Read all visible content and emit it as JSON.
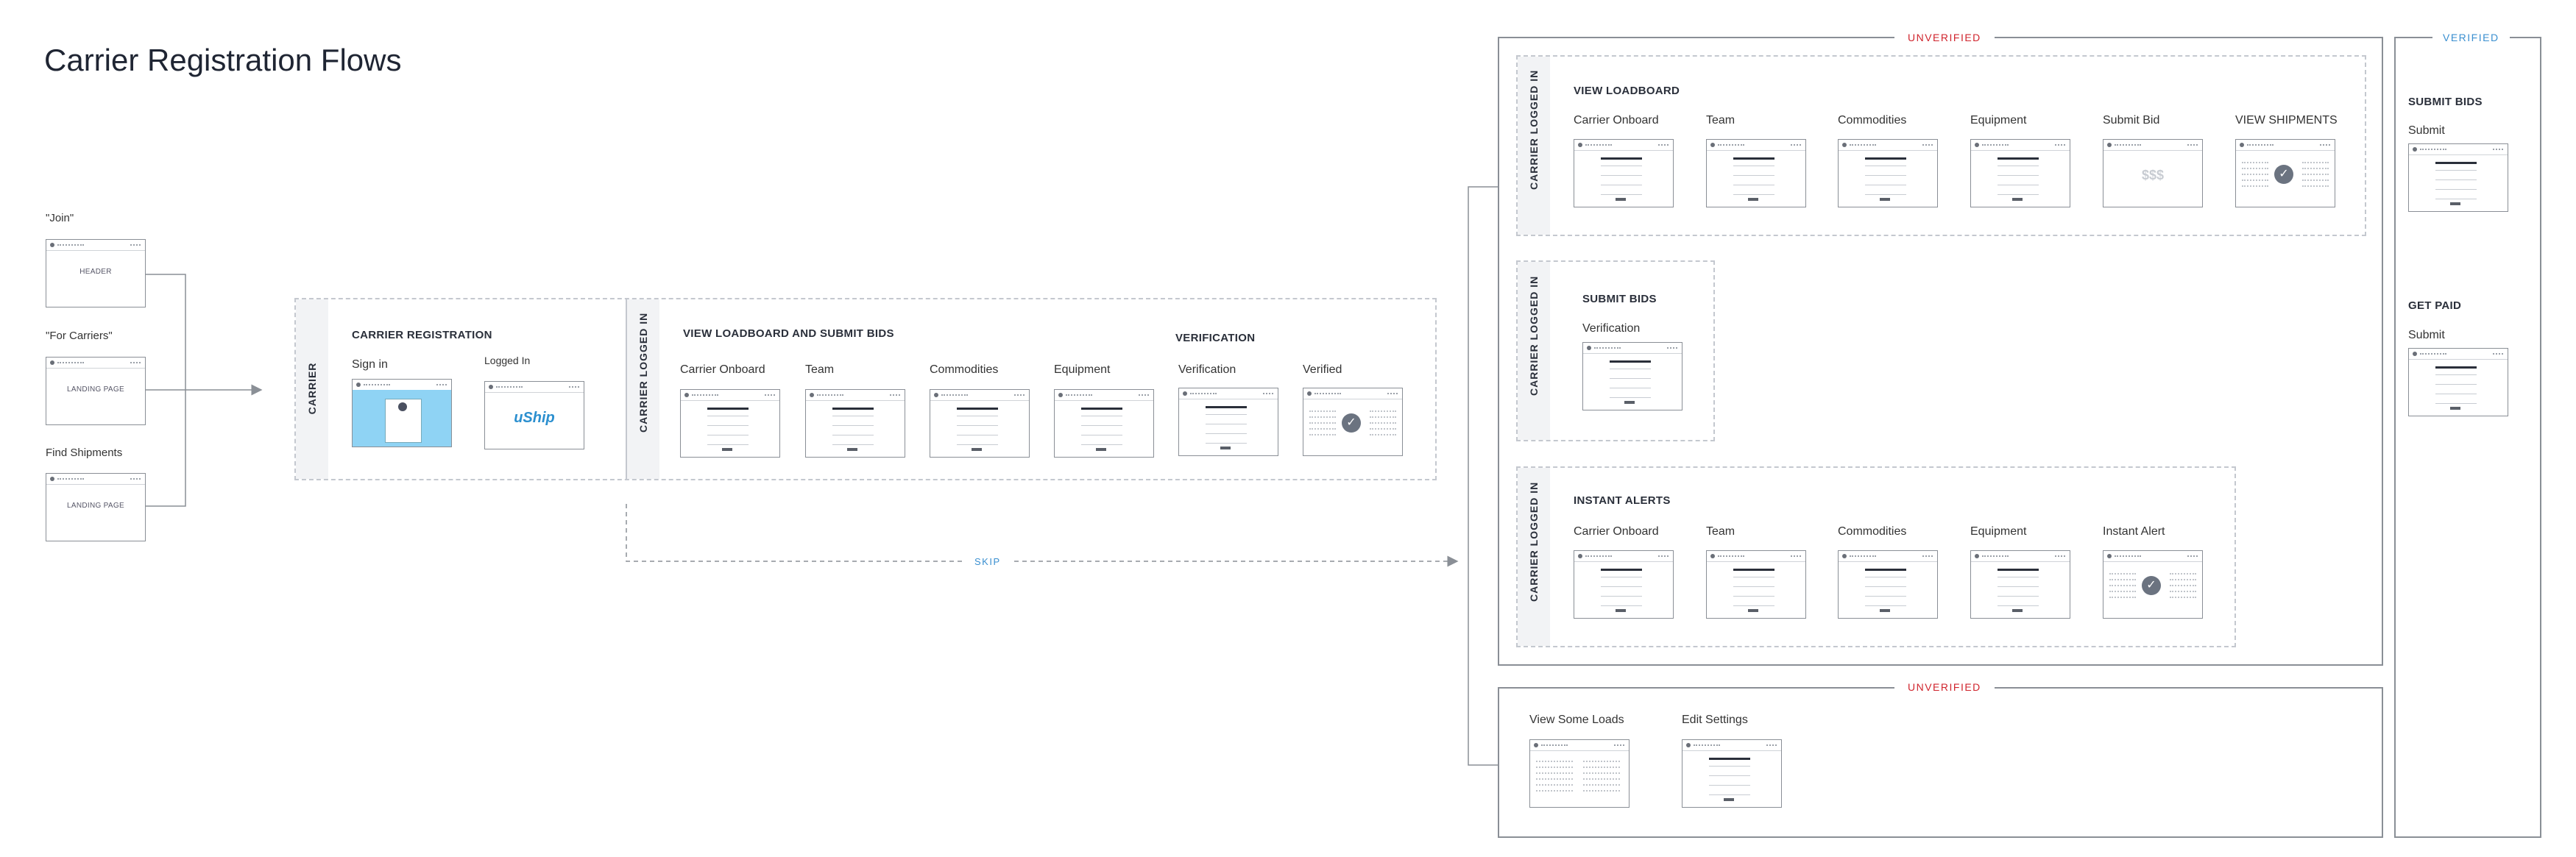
{
  "title": "Carrier Registration Flows",
  "entry_points": [
    {
      "label": "\"Join\"",
      "screen_text": "HEADER"
    },
    {
      "label": "\"For Carriers\"",
      "screen_text": "LANDING PAGE"
    },
    {
      "label": "Find Shipments",
      "screen_text": "LANDING PAGE"
    }
  ],
  "carrier": {
    "band_label": "CARRIER",
    "section_title": "CARRIER REGISTRATION",
    "screens": [
      "Sign in",
      "Logged In"
    ],
    "logo_text": "uShip"
  },
  "main_flow": {
    "band_label": "CARRIER LOGGED IN",
    "section_title": "VIEW LOADBOARD AND SUBMIT BIDS",
    "verification_title": "VERIFICATION",
    "screens": [
      "Carrier  Onboard",
      "Team",
      "Commodities",
      "Equipment",
      "Verification",
      "Verified"
    ]
  },
  "skip_label": "SKIP",
  "unverified_label": "UNVERIFIED",
  "verified_label": "VERIFIED",
  "unverified_groups": [
    {
      "band_label": "CARRIER LOGGED IN",
      "title": "VIEW LOADBOARD",
      "screens": [
        "Carrier  Onboard",
        "Team",
        "Commodities",
        "Equipment",
        "Submit Bid",
        "VIEW SHIPMENTS"
      ]
    },
    {
      "band_label": "CARRIER LOGGED IN",
      "title": "SUBMIT BIDS",
      "screens": [
        "Verification"
      ]
    },
    {
      "band_label": "CARRIER LOGGED IN",
      "title": "INSTANT ALERTS",
      "screens": [
        "Carrier  Onboard",
        "Team",
        "Commodities",
        "Equipment",
        "Instant Alert"
      ]
    }
  ],
  "unverified_bottom": {
    "screens": [
      "View Some Loads",
      "Edit Settings"
    ]
  },
  "verified_groups": [
    {
      "title": "SUBMIT BIDS",
      "screen": "Submit"
    },
    {
      "title": "GET PAID",
      "screen": "Submit"
    }
  ],
  "dollar_text": "$$$",
  "colors": {
    "unverified": "#d0242d",
    "verified": "#3a8fd0",
    "skip": "#3a8fd0",
    "signin_bg": "#8fd3f4",
    "uship": "#2b8fcf"
  }
}
